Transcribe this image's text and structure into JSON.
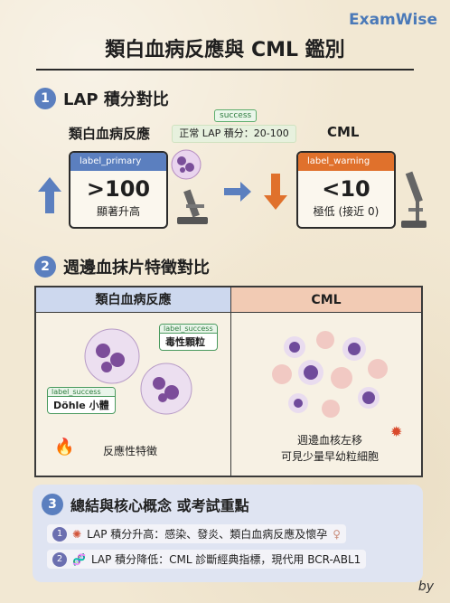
{
  "brand": "ExamWise",
  "title": "類白血病反應與 CML 鑑別",
  "section1": {
    "num": "1",
    "heading": "LAP 積分對比",
    "left_label": "類白血病反應",
    "right_label": "CML",
    "normal_chip": "success",
    "normal_range": "正常 LAP 積分：20-100",
    "left_card": {
      "tag": "label_primary",
      "value": ">100",
      "desc": "顯著升高",
      "color": "#5b7fbf"
    },
    "right_card": {
      "tag": "label_warning",
      "value": "<10",
      "desc": "極低 (接近 0)",
      "color": "#e0712c"
    }
  },
  "section2": {
    "num": "2",
    "heading": "週邊血抹片特徵對比",
    "col_left": "類白血病反應",
    "col_right": "CML",
    "callout_toxic_tag": "label_success",
    "callout_toxic": "毒性顆粒",
    "callout_dohle_tag": "label_success",
    "callout_dohle": "Döhle 小體",
    "left_caption": "反應性特徵",
    "right_caption_1": "週邊血核左移",
    "right_caption_2": "可見少量早幼粒細胞"
  },
  "section3": {
    "num": "3",
    "heading": "總結與核心概念 或考試重點",
    "items": [
      {
        "num": "1",
        "text": "LAP 積分升高：感染、發炎、類白血病反應及懷孕"
      },
      {
        "num": "2",
        "text": "LAP 積分降低：CML 診斷經典指標，現代用 BCR-ABL1"
      }
    ]
  },
  "footer": "by"
}
